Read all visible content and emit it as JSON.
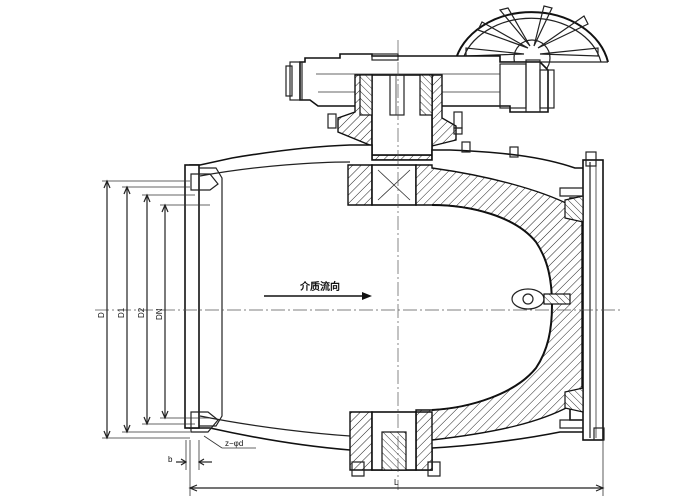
{
  "flow_label": "介质流向",
  "dimensions": {
    "D": "D",
    "D1": "D1",
    "D2": "D2",
    "DN": "DN",
    "b": "b",
    "z_phi_d": "z−φd",
    "L": "L"
  }
}
